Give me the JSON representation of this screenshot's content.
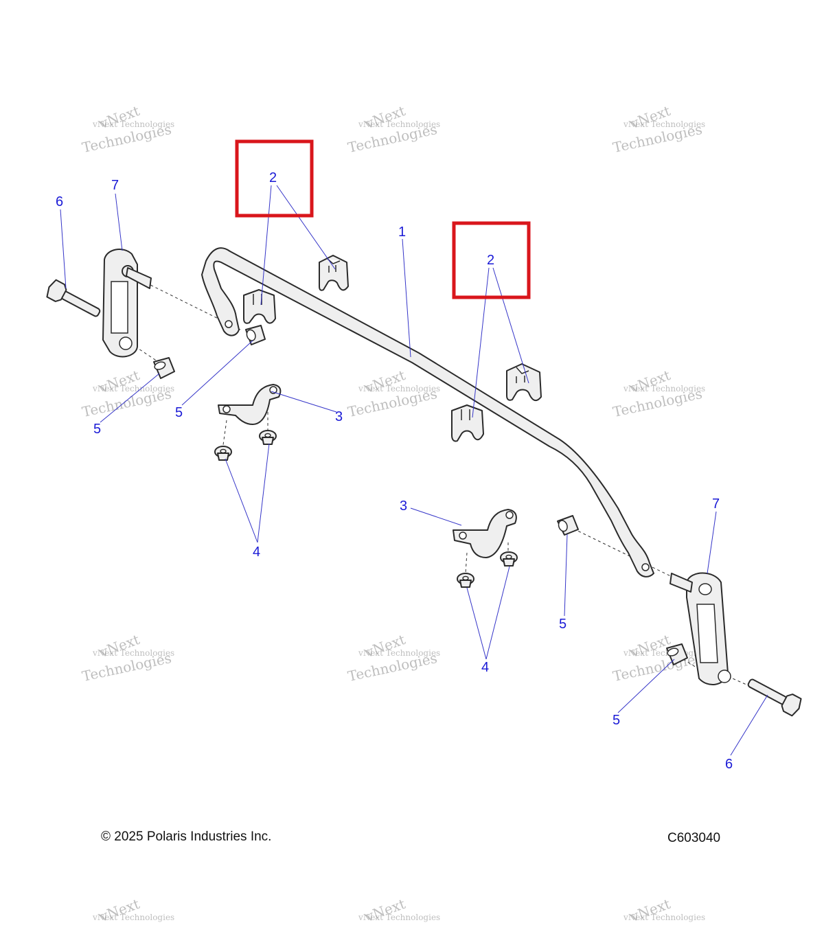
{
  "callouts": {
    "c1": "1",
    "c2a": "2",
    "c2b": "2",
    "c3a": "3",
    "c3b": "3",
    "c4a": "4",
    "c4b": "4",
    "c5a": "5",
    "c5b": "5",
    "c5c": "5",
    "c5d": "5",
    "c6a": "6",
    "c6b": "6",
    "c7a": "7",
    "c7b": "7"
  },
  "watermark": {
    "line1": "vNext",
    "line2": "vNext Technologies",
    "line3": "Technologies"
  },
  "footer": {
    "copyright": "© 2025 Polaris Industries Inc.",
    "figure_code": "C603040"
  },
  "colors": {
    "callout_text": "#1a1ad6",
    "highlight_box": "#d9161c"
  }
}
